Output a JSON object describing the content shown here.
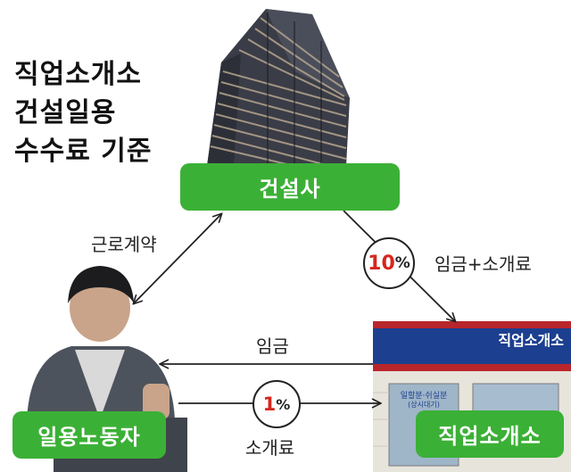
{
  "title": {
    "lines": [
      "직업소개소",
      "건설일용",
      "수수료 기준"
    ]
  },
  "nodes": {
    "construction": "건설사",
    "worker": "일용노동자",
    "agency": "직업소개소"
  },
  "agency_sign": "직업소개소",
  "agency_window_sign": "일할분·쉬실분",
  "agency_window_sub": "(상시대기)",
  "edges": {
    "contract": "근로계약",
    "wage": "임금",
    "company_to_agency": "임금+소개료",
    "worker_to_agency": "소개료"
  },
  "rates": {
    "company": {
      "num": "10",
      "unit": "%"
    },
    "worker": {
      "num": "1",
      "unit": "%"
    }
  },
  "colors": {
    "green": "#3bb036",
    "rate_red": "#d7261e"
  }
}
